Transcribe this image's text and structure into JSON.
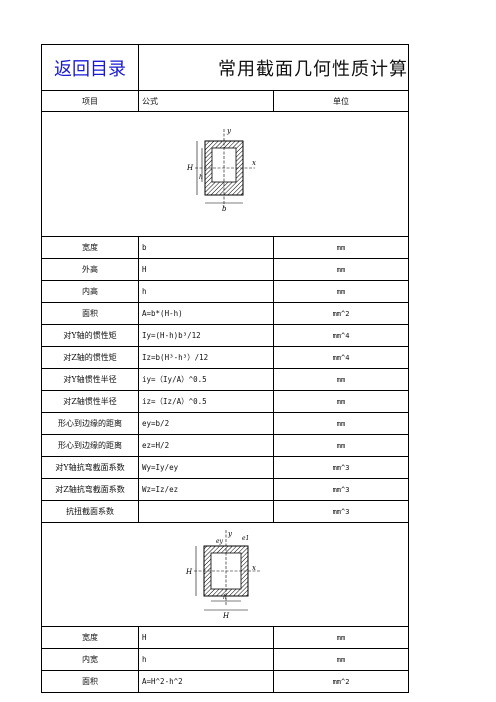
{
  "header": {
    "back_label": "返回目录",
    "title": "常用截面几何性质计算"
  },
  "columns": {
    "item": "项目",
    "formula": "公式",
    "unit": "单位"
  },
  "section1": {
    "figure_labels": [
      "y",
      "H",
      "h",
      "b",
      "x"
    ],
    "rows": [
      {
        "item": "宽度",
        "formula": "b",
        "unit": "mm"
      },
      {
        "item": "外高",
        "formula": "H",
        "unit": "mm"
      },
      {
        "item": "内高",
        "formula": "h",
        "unit": "mm"
      },
      {
        "item": "面积",
        "formula": "A=b*(H-h)",
        "unit": "mm^2"
      },
      {
        "item": "对Y轴的惯性矩",
        "formula": "Iy=(H-h)b³/12",
        "unit": "mm^4"
      },
      {
        "item": "对Z轴的惯性矩",
        "formula": "Iz=b(H³-h³）/12",
        "unit": "mm^4"
      },
      {
        "item": "对Y轴惯性半径",
        "formula": "iy=（Iy/A）^0.5",
        "unit": "mm"
      },
      {
        "item": "对Z轴惯性半径",
        "formula": "iz=（Iz/A）^0.5",
        "unit": "mm"
      },
      {
        "item": "形心到边缘的距离",
        "formula": "ey=b/2",
        "unit": "mm"
      },
      {
        "item": "形心到边缘的距离",
        "formula": "ez=H/2",
        "unit": "mm"
      },
      {
        "item": "对Y轴抗弯截面系数",
        "formula": "Wy=Iy/ey",
        "unit": "mm^3"
      },
      {
        "item": "对Z轴抗弯截面系数",
        "formula": "Wz=Iz/ez",
        "unit": "mm^3"
      },
      {
        "item": "抗扭截面系数",
        "formula": "",
        "unit": "mm^3"
      }
    ]
  },
  "section2": {
    "figure_labels": [
      "y",
      "e1",
      "ey",
      "H",
      "h",
      "x",
      "H"
    ],
    "rows": [
      {
        "item": "宽度",
        "formula": "H",
        "unit": "mm"
      },
      {
        "item": "内宽",
        "formula": "h",
        "unit": "mm"
      },
      {
        "item": "面积",
        "formula": "A=H^2-h^2",
        "unit": "mm^2"
      }
    ]
  }
}
